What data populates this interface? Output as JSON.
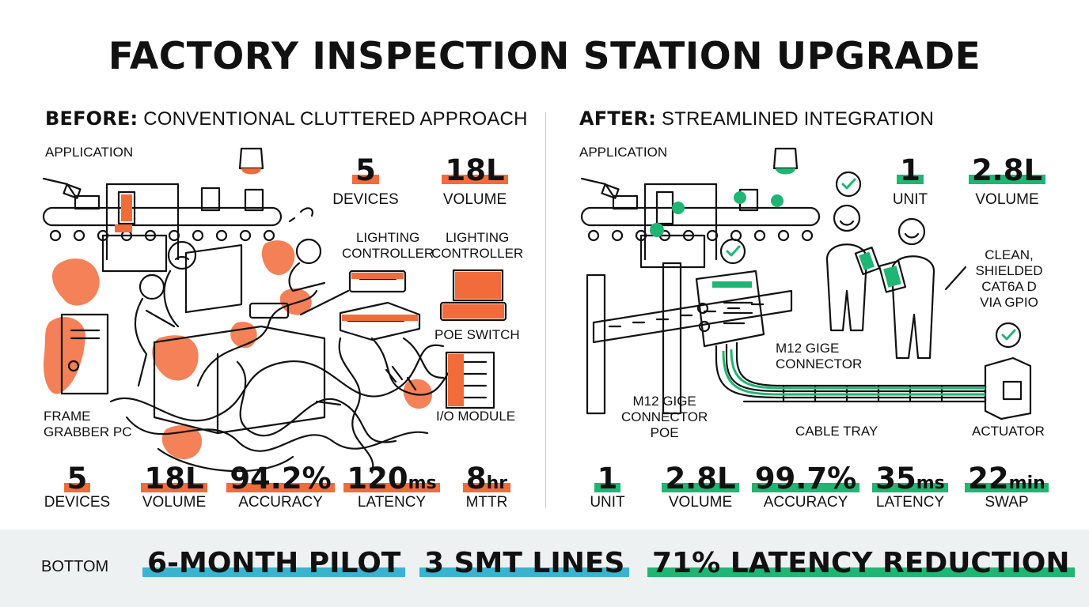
{
  "title": "FACTORY INSPECTION STATION UPGRADE",
  "colors": {
    "before_accent": "#f26b3a",
    "after_accent": "#1fb573",
    "bottom_blue": "#3ab3cf",
    "bottom_green": "#1fb573"
  },
  "before": {
    "heading_bold": "BEFORE:",
    "heading_rest": " CONVENTIONAL CLUTTERED APPROACH",
    "labels": {
      "application": "APPLICATION",
      "lighting_1": "LIGHTING\nCONTROLLER",
      "lighting_2": "LIGHTING\nCONTROLLER",
      "poe_switch": "POE SWITCH",
      "io_module": "I/O MODULE",
      "frame_grabber": "FRAME\nGRABBER PC"
    },
    "top_stats": [
      {
        "value": "5",
        "caption": "DEVICES"
      },
      {
        "value": "18L",
        "caption": "VOLUME"
      }
    ],
    "stats": [
      {
        "value": "5",
        "unit": "",
        "caption": "DEVICES"
      },
      {
        "value": "18L",
        "unit": "",
        "caption": "VOLUME"
      },
      {
        "value": "94.2%",
        "unit": "",
        "caption": "ACCURACY"
      },
      {
        "value": "120",
        "unit": "ms",
        "caption": "LATENCY"
      },
      {
        "value": "8",
        "unit": "hr",
        "caption": "MTTR"
      }
    ]
  },
  "after": {
    "heading_bold": "AFTER:",
    "heading_rest": " STREAMLINED INTEGRATION",
    "labels": {
      "application": "APPLICATION",
      "clean_shielded": "CLEAN,\nSHIELDED\nCAT6A D\nVIA GPIO",
      "m12_gige": "M12 GIGE\nCONNECTOR",
      "m12_gige_poe": "M12 GIGE\nCONNECTOR\nPOE",
      "cable_tray": "CABLE TRAY",
      "actuator": "ACTUATOR"
    },
    "top_stats": [
      {
        "value": "1",
        "caption": "UNIT"
      },
      {
        "value": "2.8L",
        "caption": "VOLUME"
      }
    ],
    "stats": [
      {
        "value": "1",
        "unit": "",
        "caption": "UNIT"
      },
      {
        "value": "2.8L",
        "unit": "",
        "caption": "VOLUME"
      },
      {
        "value": "99.7%",
        "unit": "",
        "caption": "ACCURACY"
      },
      {
        "value": "35",
        "unit": "ms",
        "caption": "LATENCY"
      },
      {
        "value": "22",
        "unit": "min",
        "caption": "SWAP"
      }
    ]
  },
  "bottom": {
    "label": "BOTTOM",
    "items": [
      {
        "text": "6-MONTH PILOT"
      },
      {
        "text": "3 SMT LINES"
      },
      {
        "text": "71% LATENCY REDUCTION"
      }
    ]
  }
}
